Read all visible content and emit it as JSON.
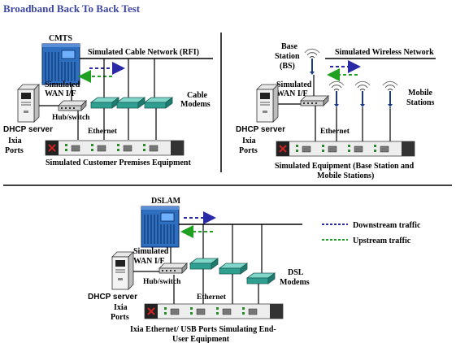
{
  "title": "Broadband Back To Back Test",
  "colors": {
    "title": "#3b45a0",
    "server_blue": "#2f6fbf",
    "modem_teal": "#2f9f92",
    "downstream": "#2a2aa8",
    "upstream": "#20a020",
    "ixia_red": "#cc2222"
  },
  "panel_cable": {
    "cmts_label": "CMTS",
    "network_label": "Simulated Cable Network (RFI)",
    "wan_label_line1": "Simulated",
    "wan_label_line2": "WAN I/F",
    "hub_label": "Hub/switch",
    "dhcp_label": "DHCP server",
    "modems_line1": "Cable",
    "modems_line2": "Modems",
    "ethernet_label": "Ethernet",
    "ixia_line1": "Ixia",
    "ixia_line2": "Ports",
    "caption": "Simulated Customer Premises Equipment"
  },
  "panel_wireless": {
    "bs_line1": "Base",
    "bs_line2": "Station",
    "bs_line3": "(BS)",
    "network_label": "Simulated Wireless Network",
    "wan_label_line1": "Simulated",
    "wan_label_line2": "WAN I/F",
    "dhcp_label": "DHCP server",
    "mobile_line1": "Mobile",
    "mobile_line2": "Stations",
    "ethernet_label": "Ethernet",
    "ixia_line1": "Ixia",
    "ixia_line2": "Ports",
    "caption_line1": "Simulated Equipment (Base Station and",
    "caption_line2": "Mobile Stations)"
  },
  "panel_dsl": {
    "dslam_label": "DSLAM",
    "wan_label_line1": "Simulated",
    "wan_label_line2": "WAN I/F",
    "hub_label": "Hub/switch",
    "dhcp_label": "DHCP server",
    "ethernet_label": "Ethernet",
    "modems_line1": "DSL",
    "modems_line2": "Modems",
    "ixia_line1": "Ixia",
    "ixia_line2": "Ports",
    "caption_line1": "Ixia Ethernet/ USB Ports Simulating End-",
    "caption_line2": "User Equipment"
  },
  "legend": {
    "downstream": "Downstream traffic",
    "upstream": "Upstream traffic"
  }
}
